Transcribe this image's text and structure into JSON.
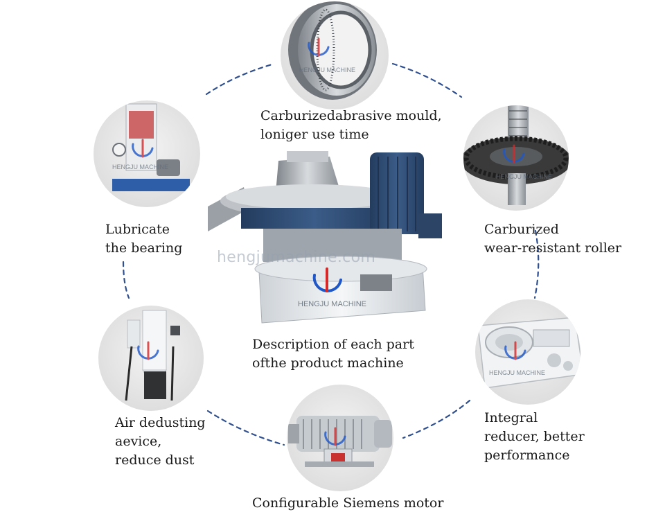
{
  "colors": {
    "connector_dash": "#2f4f8f",
    "circle_bg": "#ececec",
    "machine_blue": "#2f4b73",
    "machine_white": "#e6e9ec",
    "steel": "#a9adb2",
    "logo_blue": "#1f57c8",
    "logo_red": "#d42a2a"
  },
  "watermark": {
    "site": "hengjumachine.com",
    "brand": "HENGJU MACHINE"
  },
  "center": {
    "lines": [
      "Description of each part",
      "ofthe product machine"
    ]
  },
  "parts": [
    {
      "id": "mould",
      "icon": "ring-die-icon",
      "lines": [
        "Carburizedabrasive mould,",
        "loniger use time"
      ]
    },
    {
      "id": "roller",
      "icon": "gear-roller-icon",
      "lines": [
        "Carburized",
        "wear-resistant roller"
      ]
    },
    {
      "id": "reducer",
      "icon": "reducer-housing-icon",
      "lines": [
        "Integral",
        "reducer, better",
        "performance"
      ]
    },
    {
      "id": "motor",
      "icon": "electric-motor-icon",
      "lines": [
        "Configurable Siemens motor"
      ]
    },
    {
      "id": "dedusting",
      "icon": "dust-collector-icon",
      "lines": [
        "Air dedusting",
        "aevice,",
        "reduce dust"
      ]
    },
    {
      "id": "lubricate",
      "icon": "lubrication-pump-icon",
      "lines": [
        "Lubricate",
        "the bearing"
      ]
    }
  ]
}
